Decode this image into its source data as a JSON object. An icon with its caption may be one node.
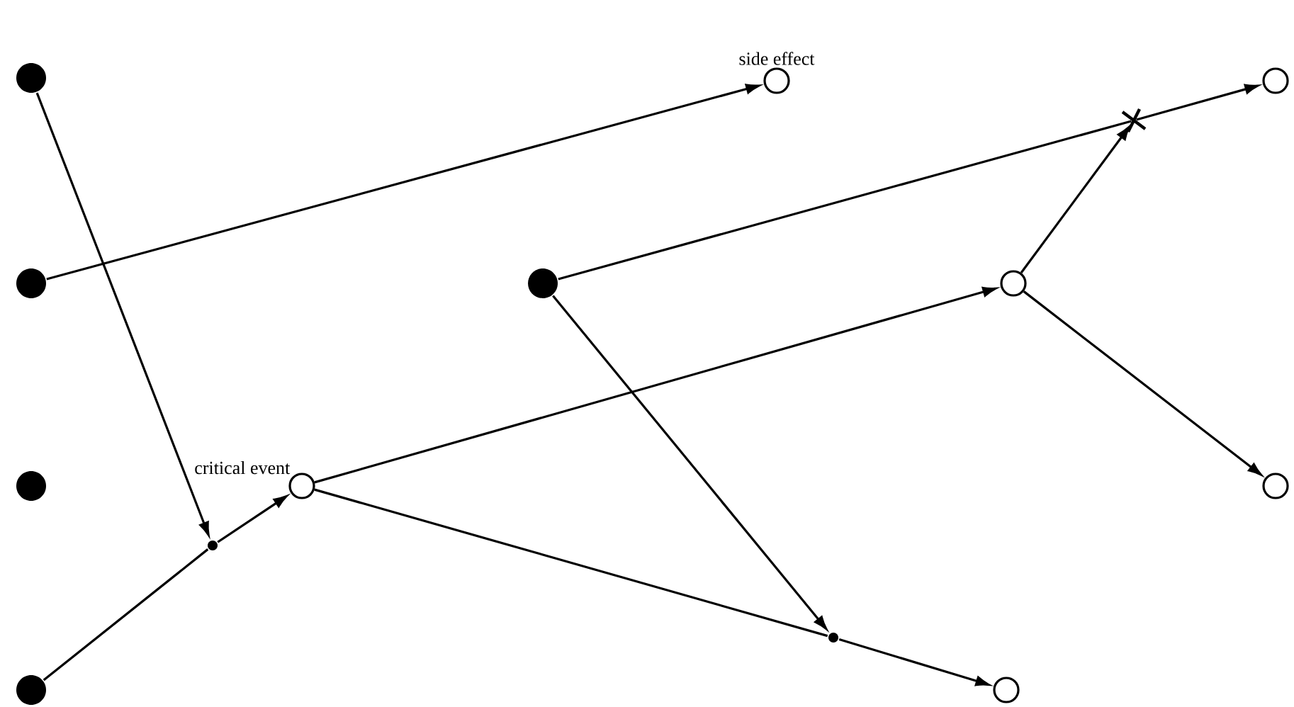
{
  "diagram": {
    "nodes": [
      {
        "text": [],
        "shape": "disc"
      },
      {
        "text": [
          "side effect"
        ]
      },
      {
        "text": [],
        "shape": "circle"
      },
      {
        "text": [],
        "shape": "cross"
      },
      {
        "text": [],
        "shape": "disc"
      },
      {
        "text": [],
        "shape": "disc"
      },
      {
        "text": [],
        "shape": "circle"
      },
      {
        "text": [],
        "shape": "disc"
      },
      {
        "text": [
          "critical event"
        ]
      },
      {
        "text": [],
        "shape": "circle"
      },
      {
        "text": [],
        "shape": "dot"
      },
      {
        "text": [],
        "shape": "dot"
      },
      {
        "text": [],
        "shape": "disc"
      },
      {
        "text": [],
        "shape": "circle"
      }
    ],
    "edges": [
      {
        "from": 0,
        "to": 10,
        "arrow": "to"
      },
      {
        "from": 10,
        "to": 8,
        "arrow": "to"
      },
      {
        "from": 12,
        "to": 10,
        "arrow": "none"
      },
      {
        "from": 4,
        "to": 1,
        "arrow": "to"
      },
      {
        "from": 8,
        "to": 6,
        "arrow": "to"
      },
      {
        "from": 8,
        "to": 11,
        "arrow": "none"
      },
      {
        "from": 11,
        "to": 13,
        "arrow": "to"
      },
      {
        "from": 5,
        "to": 11,
        "arrow": "to"
      },
      {
        "from": 5,
        "to": 3,
        "arrow": "none"
      },
      {
        "from": 3,
        "to": 2,
        "arrow": "to"
      },
      {
        "from": 6,
        "to": 3,
        "arrow": "to"
      },
      {
        "from": 6,
        "to": 9,
        "arrow": "to"
      }
    ]
  }
}
